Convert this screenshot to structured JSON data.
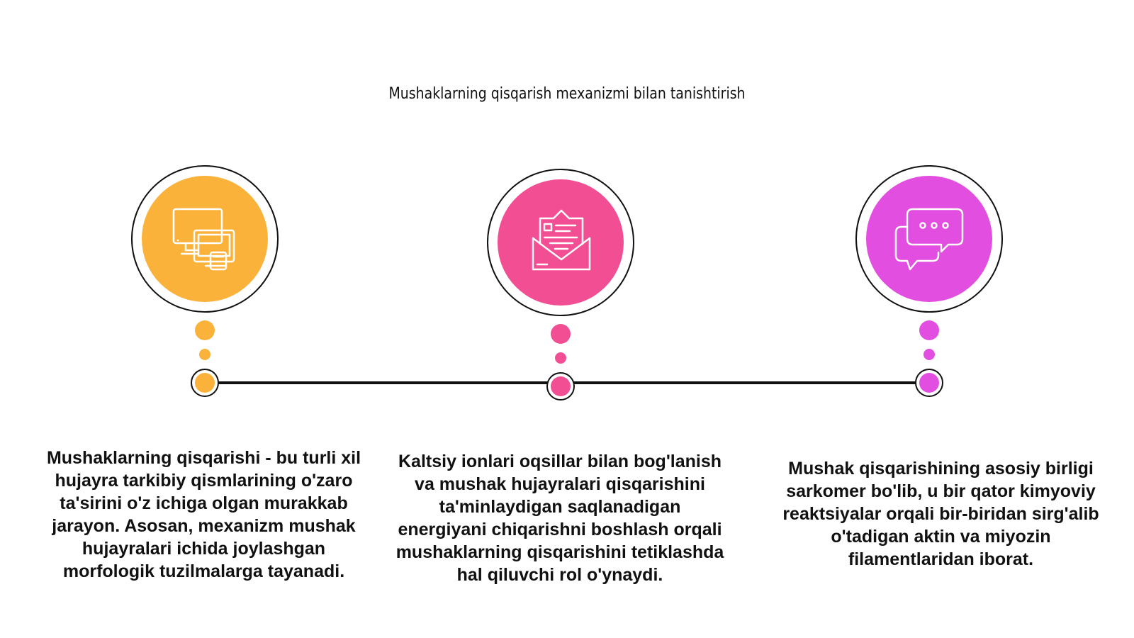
{
  "title": "Mushaklarning qisqarish mexanizmi bilan tanishtirish",
  "steps": [
    {
      "icon": "devices-icon",
      "color": "#FBB23A",
      "text": "Mushaklarning qisqarishi - bu turli xil hujayra tarkibiy qismlarining o'zaro ta'sirini o'z ichiga olgan murakkab jarayon. Asosan, mexanizm mushak hujayralari ichida joylashgan morfologik tuzilmalarga tayanadi."
    },
    {
      "icon": "envelope-letter-icon",
      "color": "#F24E93",
      "text": "Kaltsiy ionlari oqsillar bilan bog'lanish va mushak hujayralari qisqarishini ta'minlaydigan saqlanadigan energiyani chiqarishni boshlash orqali mushaklarning qisqarishini tetiklashda hal qiluvchi rol o'ynaydi."
    },
    {
      "icon": "chat-bubbles-icon",
      "color": "#E24EDF",
      "text": "Mushak qisqarishining asosiy birligi sarkomer bo'lib, u bir qator kimyoviy reaktsiyalar orqali bir-biridan sirg'alib o'tadigan aktin va miyozin filamentlaridan iborat."
    }
  ],
  "line_color": "#111111"
}
